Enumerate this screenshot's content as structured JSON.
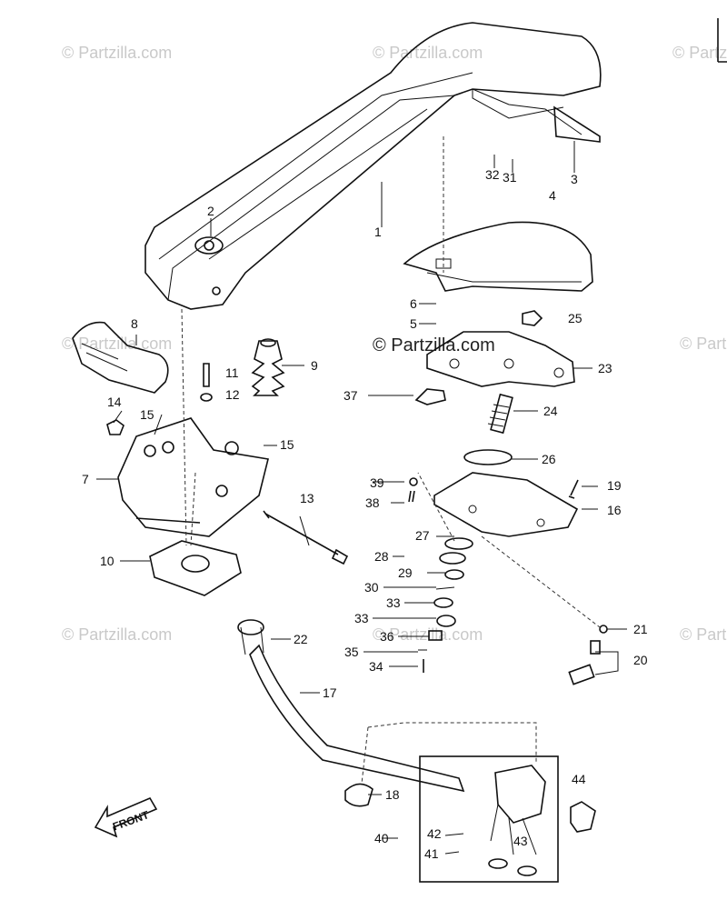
{
  "watermark": {
    "main": "© Partzilla.com",
    "faint": "© Partzilla.com"
  },
  "front_label": "FRONT",
  "callouts": {
    "c1": "1",
    "c2": "2",
    "c3": "3",
    "c4": "4",
    "c5": "5",
    "c6": "6",
    "c7": "7",
    "c8": "8",
    "c9": "9",
    "c10": "10",
    "c11": "11",
    "c12": "12",
    "c13": "13",
    "c14": "14",
    "c15a": "15",
    "c15b": "15",
    "c16": "16",
    "c17": "17",
    "c18": "18",
    "c19": "19",
    "c20": "20",
    "c21": "21",
    "c22": "22",
    "c23": "23",
    "c24": "24",
    "c25": "25",
    "c26": "26",
    "c27": "27",
    "c28": "28",
    "c29": "29",
    "c30": "30",
    "c31": "31",
    "c32": "32",
    "c33a": "33",
    "c33b": "33",
    "c34": "34",
    "c35": "35",
    "c36": "36",
    "c37": "37",
    "c38": "38",
    "c39": "39",
    "c40": "40",
    "c41": "41",
    "c42": "42",
    "c43": "43",
    "c44": "44"
  }
}
